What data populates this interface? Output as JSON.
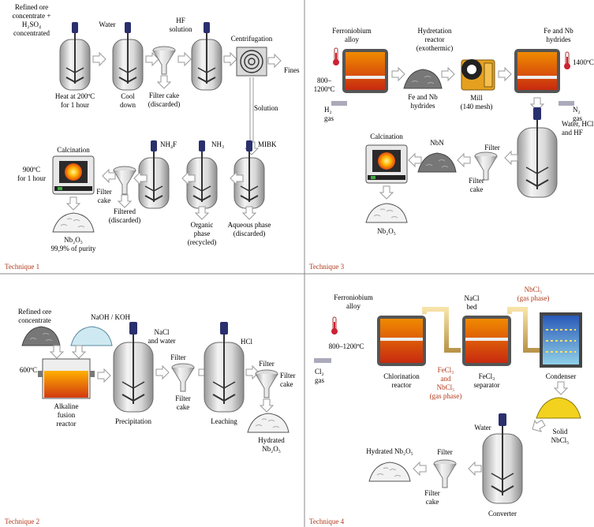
{
  "technique1": {
    "caption": "Technique 1",
    "refined_ore": [
      "Refined ore",
      "concentrate +",
      "H₂SO₄",
      "concentrated"
    ],
    "water": "Water",
    "hf_solution": [
      "HF",
      "solution"
    ],
    "centrifugation": "Centrifugation",
    "fines": "Fines",
    "heat": [
      "Heat at 200ºC",
      "for 1 hour"
    ],
    "cool": [
      "Cool",
      "down"
    ],
    "filter_cake_discarded": [
      "Filter cake",
      "(discarded)"
    ],
    "solution": "Solution",
    "nh3": "NH₃",
    "nh4f": "NH₄F",
    "mibk": "MIBK",
    "calcination": "Calcination",
    "temp": [
      "900ºC",
      "for 1 hour"
    ],
    "filter_cake": [
      "Filter",
      "cake"
    ],
    "filtered_discarded": [
      "Filtered",
      "(discarded)"
    ],
    "organic_phase": [
      "Organic",
      "phase",
      "(recycled)"
    ],
    "aqueous_phase": [
      "Aqueous phase",
      "(discarded)"
    ],
    "product": [
      "Nb₂O₅",
      "99,9% of purity"
    ]
  },
  "technique2": {
    "caption": "Technique 2",
    "refined_ore": [
      "Refined ore",
      "concentrate"
    ],
    "naoh_koh": "NaOH / KOH",
    "nacl_water": [
      "NaCl",
      "and water"
    ],
    "hcl": "HCl",
    "temp": "600ºC",
    "filter1": "Filter",
    "filter2": "Filter",
    "filter_cake1": [
      "Filter",
      "cake"
    ],
    "filter_cake2": [
      "Filter",
      "cake"
    ],
    "alkaline": [
      "Alkaline",
      "fusion",
      "reactor"
    ],
    "precipitation": "Precipitation",
    "leaching": "Leaching",
    "product": [
      "Hydrated",
      "Nb₂O₅"
    ]
  },
  "technique3": {
    "caption": "Technique 3",
    "ferroniobium": [
      "Ferroniobium",
      "alloy"
    ],
    "hydretation": [
      "Hydretation",
      "reactor",
      "(exothermic)"
    ],
    "temp1": [
      "800–",
      "1200ºC"
    ],
    "h2": [
      "H₂",
      "gas"
    ],
    "hydrides": [
      "Fe and Nb",
      "hydrides"
    ],
    "mill": [
      "Mill",
      "(140 mesh)"
    ],
    "hydrides2": [
      "Fe and Nb",
      "hydrides"
    ],
    "temp2": "1400ºC",
    "n2": [
      "N₂",
      "gas"
    ],
    "acids": [
      "Water, HCl",
      "and HF"
    ],
    "calcination": "Calcination",
    "nbn": "NbN",
    "filter": "Filter",
    "filter_cake": [
      "Filter",
      "cake"
    ],
    "product": "Nb₂O₅"
  },
  "technique4": {
    "caption": "Technique 4",
    "ferroniobium": [
      "Ferroniobium",
      "alloy"
    ],
    "nacl_bed": [
      "NaCl",
      "bed"
    ],
    "nbcl5_gas": [
      "NbCl₅",
      "(gas phase)"
    ],
    "temp": "800–1200ºC",
    "cl2": [
      "Cl₂",
      "gas"
    ],
    "chlorination": [
      "Chlorination",
      "reactor"
    ],
    "fecl3_nbcl5": [
      "FeCl₃",
      "and",
      "NbCl₅",
      "(gas phase)"
    ],
    "separator": [
      "FeCl₃",
      "separator"
    ],
    "condenser": "Condenser",
    "solid": [
      "Solid",
      "NbCl₅"
    ],
    "water": "Water",
    "filter": "Filter",
    "product": "Hydrated Nb₂O₅",
    "filter_cake": [
      "Filter",
      "cake"
    ],
    "converter": "Converter"
  },
  "colors": {
    "caption": "#b03a1a",
    "red_label": "#b03a1a",
    "panel_line": "#888888",
    "motor": "#2a2f6e"
  }
}
